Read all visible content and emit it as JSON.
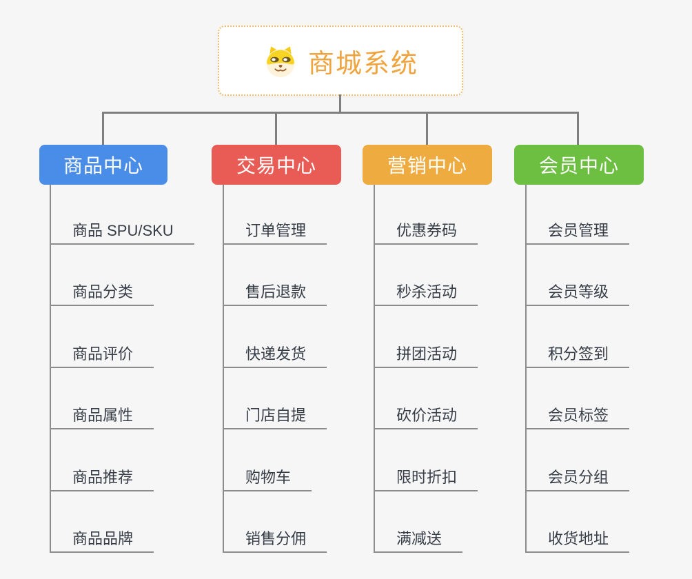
{
  "root": {
    "title": "商城系统",
    "icon": "dog-icon",
    "accent_color": "#f0a43e",
    "border_color": "#f3bd69"
  },
  "connector_color": "#7f7f7f",
  "branches": [
    {
      "id": "product-center",
      "label": "商品中心",
      "color": "#4a8de9",
      "children": [
        "商品 SPU/SKU",
        "商品分类",
        "商品评价",
        "商品属性",
        "商品推荐",
        "商品品牌"
      ]
    },
    {
      "id": "trade-center",
      "label": "交易中心",
      "color": "#e85c55",
      "children": [
        "订单管理",
        "售后退款",
        "快递发货",
        "门店自提",
        "购物车",
        "销售分佣"
      ]
    },
    {
      "id": "marketing-center",
      "label": "营销中心",
      "color": "#eeab3f",
      "children": [
        "优惠券码",
        "秒杀活动",
        "拼团活动",
        "砍价活动",
        "限时折扣",
        "满减送"
      ]
    },
    {
      "id": "member-center",
      "label": "会员中心",
      "color": "#6cbf41",
      "children": [
        "会员管理",
        "会员等级",
        "积分签到",
        "会员标签",
        "会员分组",
        "收货地址"
      ]
    }
  ]
}
